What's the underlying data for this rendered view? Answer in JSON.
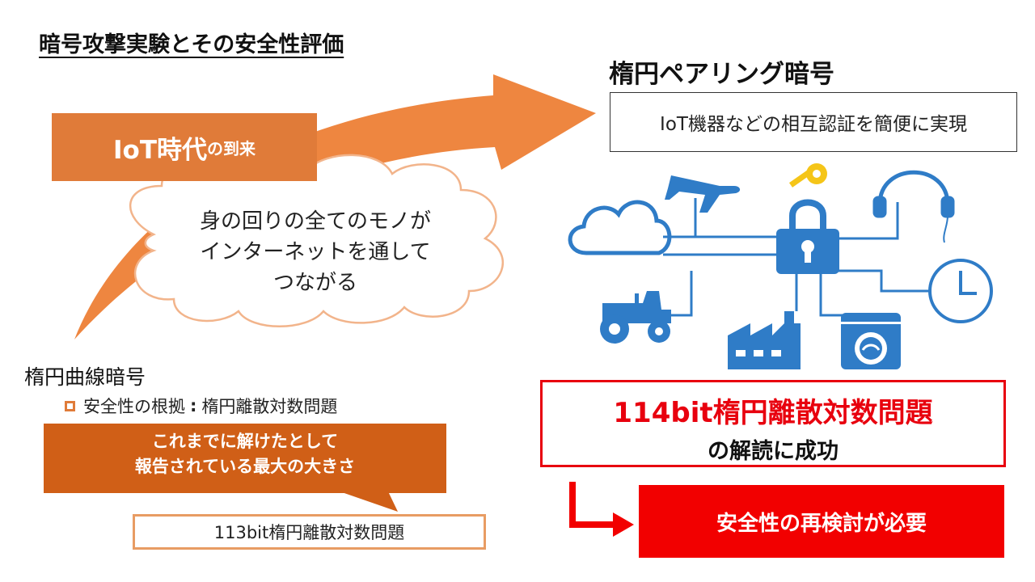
{
  "slide": {
    "title": "暗号攻撃実験とその安全性評価"
  },
  "iot_era": {
    "main": "IoT時代",
    "suffix": "の到来"
  },
  "cloud_bubble": {
    "line1": "身の回りの全てのモノが",
    "line2": "インターネットを通して",
    "line3": "つながる"
  },
  "ecc": {
    "label": "楕円曲線暗号",
    "basis_label": "安全性の根拠",
    "basis_colon": ":",
    "basis_value": "楕円離散対数問題"
  },
  "record": {
    "line1": "これまでに解けたとして",
    "line2": "報告されている最大の大きさ",
    "value": "113bit楕円離散対数問題"
  },
  "pairing": {
    "title": "楕円ペアリング暗号",
    "description": "IoT機器などの相互認証を簡便に実現"
  },
  "result": {
    "line1": "114bit楕円離散対数問題",
    "line2": "の解読に成功"
  },
  "conclusion": {
    "text": "安全性の再検討が必要"
  },
  "colors": {
    "orange": "#e07b39",
    "dark_orange": "#d05f17",
    "red": "#e8000e",
    "icon_blue": "#2f7cc7"
  },
  "icons": [
    "airplane-icon",
    "key-icon",
    "headphones-icon",
    "cloud-icon",
    "padlock-icon",
    "clock-icon",
    "tractor-icon",
    "factory-icon",
    "washing-machine-icon"
  ]
}
